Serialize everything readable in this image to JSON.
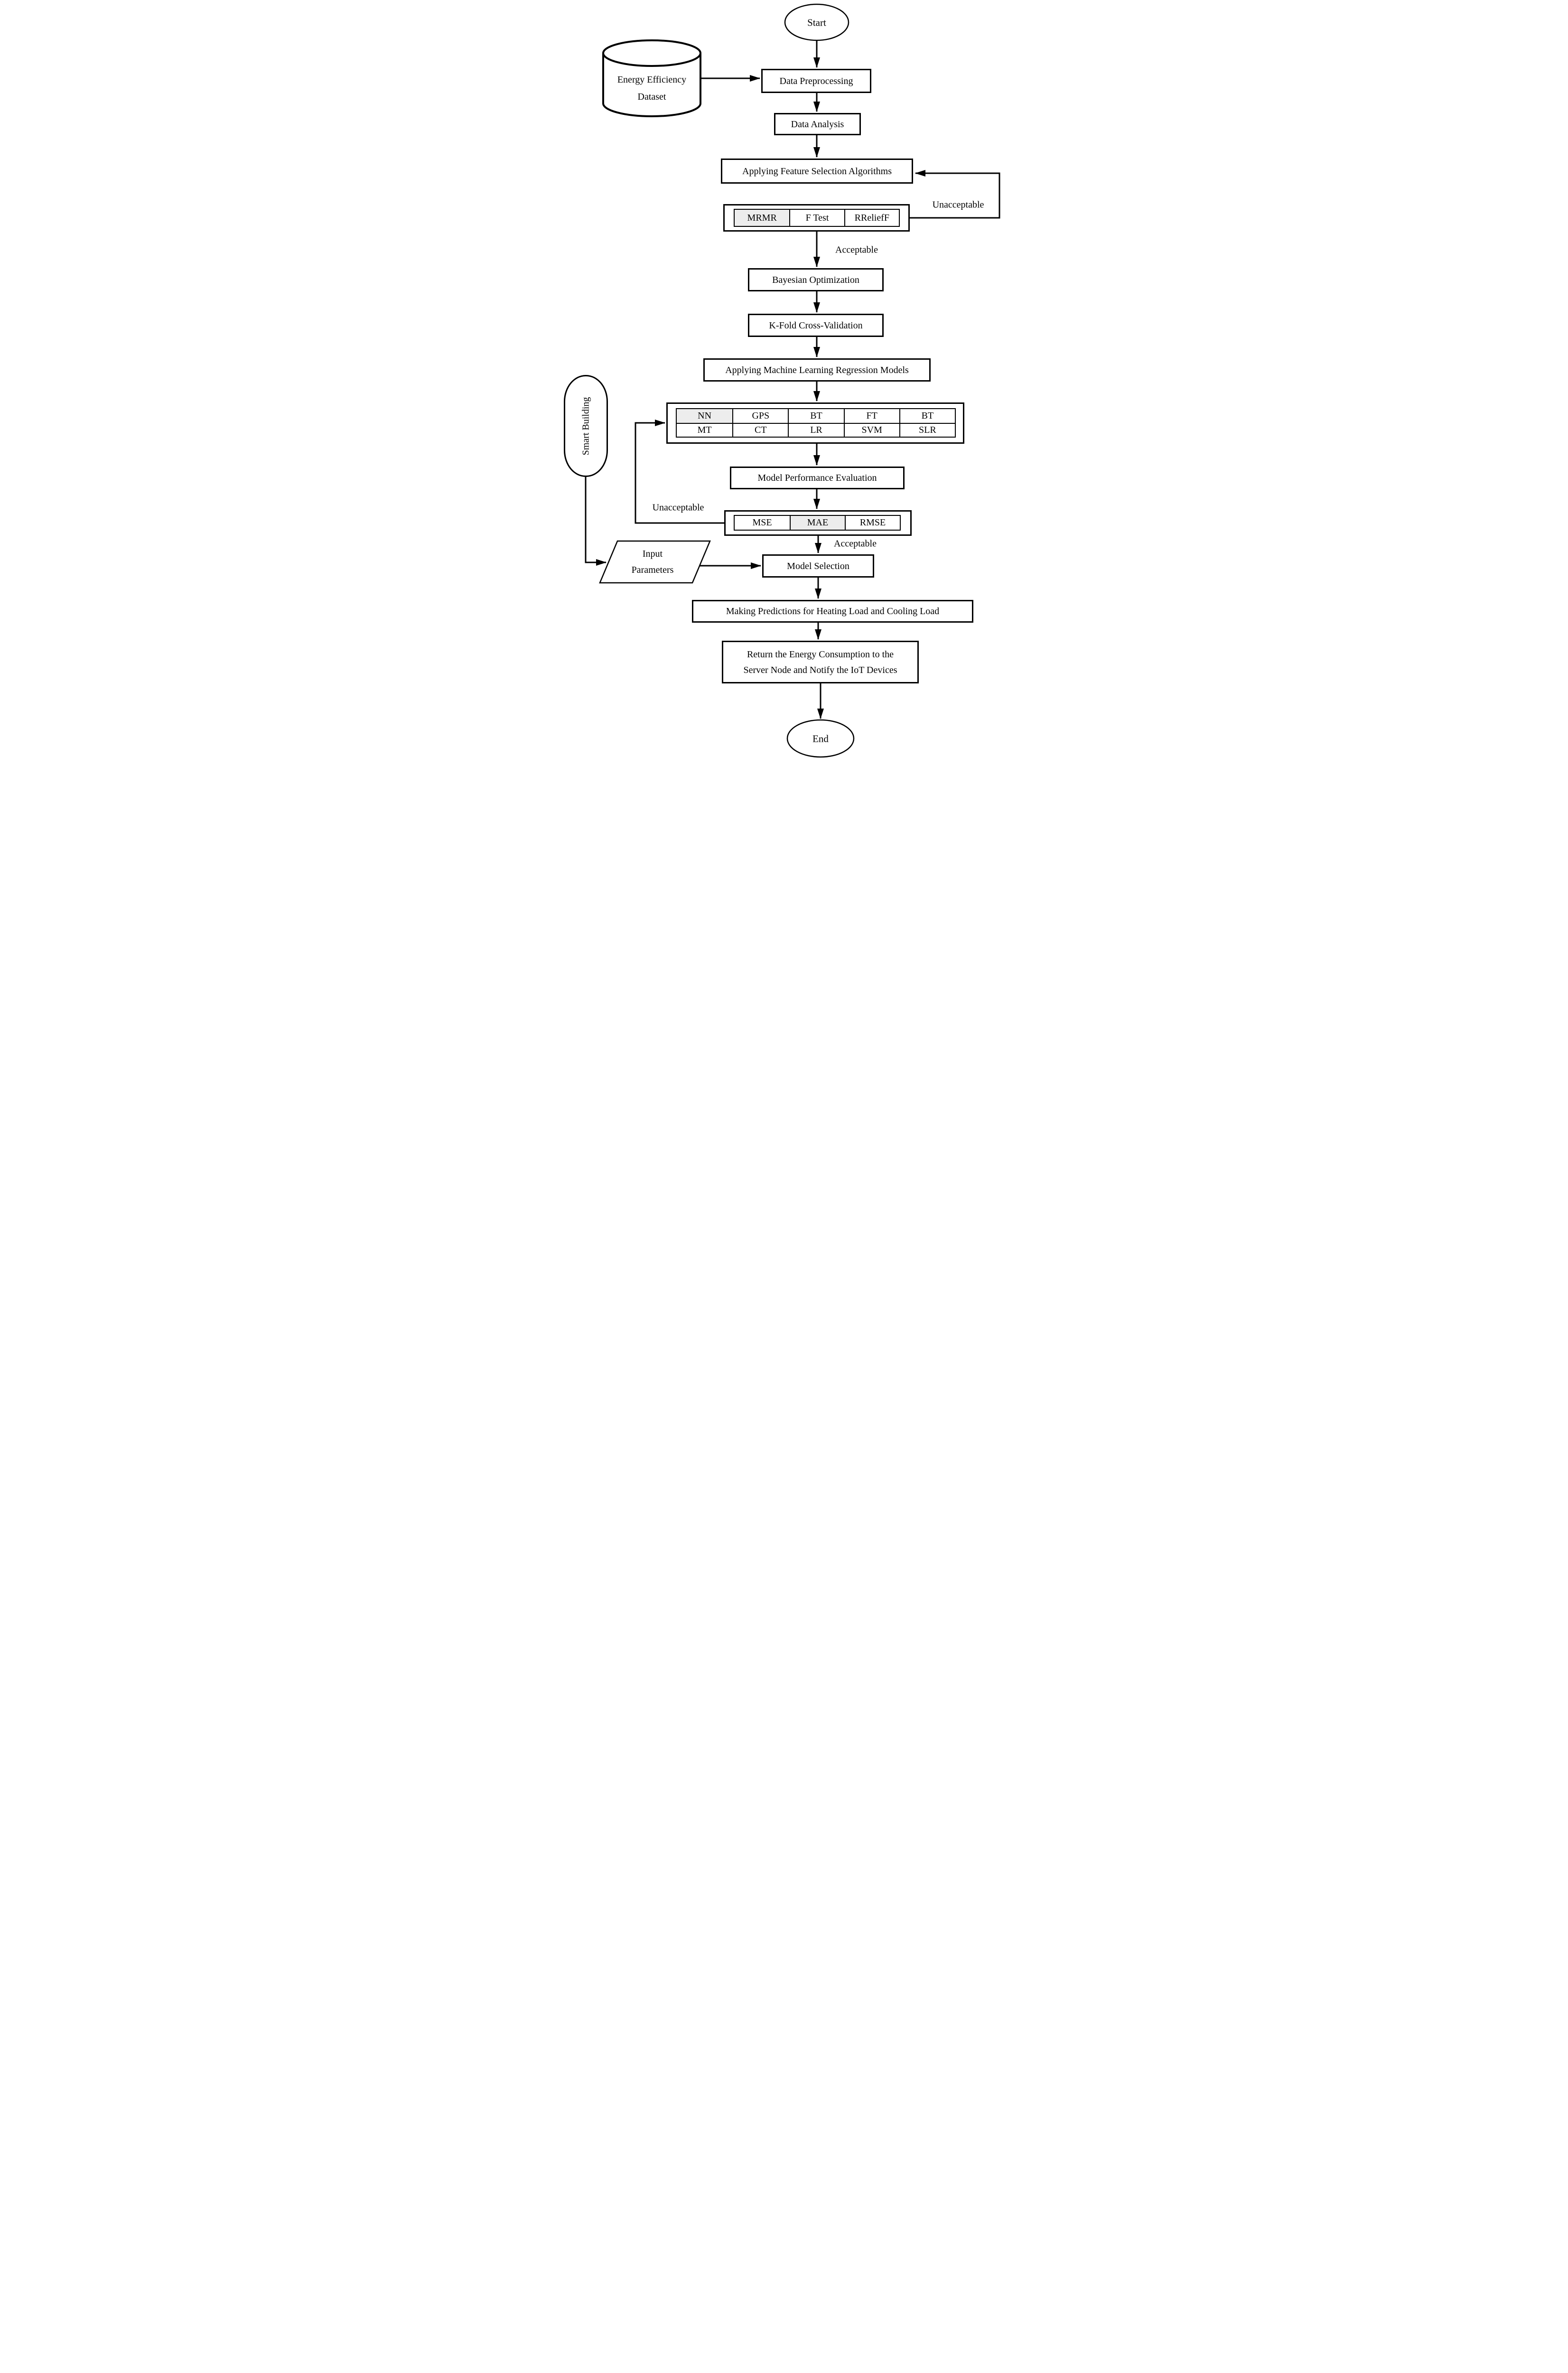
{
  "nodes": {
    "start": "Start",
    "dataset_line1": "Energy Efficiency",
    "dataset_line2": "Dataset",
    "preprocessing": "Data Preprocessing",
    "analysis": "Data Analysis",
    "feature_selection": "Applying Feature Selection Algorithms",
    "bayesian": "Bayesian Optimization",
    "kfold": "K-Fold Cross-Validation",
    "apply_ml": "Applying Machine Learning Regression Models",
    "evaluation": "Model Performance Evaluation",
    "smart_building": "Smart Building",
    "input_line1": "Input",
    "input_line2": "Parameters",
    "model_selection": "Model Selection",
    "predictions": "Making Predictions for Heating Load and Cooling Load",
    "return_line1": "Return the Energy Consumption to the",
    "return_line2": "Server Node and Notify the IoT Devices",
    "end": "End"
  },
  "feature_selection_methods": {
    "cells": [
      "MRMR",
      "F Test",
      "RReliefF"
    ],
    "highlighted": "MRMR"
  },
  "regression_models": {
    "rows": [
      [
        "NN",
        "GPS",
        "BT",
        "FT",
        "BT"
      ],
      [
        "MT",
        "CT",
        "LR",
        "SVM",
        "SLR"
      ]
    ],
    "highlighted": "NN"
  },
  "evaluation_metrics": {
    "cells": [
      "MSE",
      "MAE",
      "RMSE"
    ],
    "highlighted": "MAE"
  },
  "edge_labels": {
    "feature_unacceptable": "Unacceptable",
    "feature_acceptable": "Acceptable",
    "metrics_unacceptable": "Unacceptable",
    "metrics_acceptable": "Acceptable"
  },
  "colors": {
    "stroke": "#000000",
    "background": "#ffffff",
    "highlight_fill": "#ededed"
  }
}
